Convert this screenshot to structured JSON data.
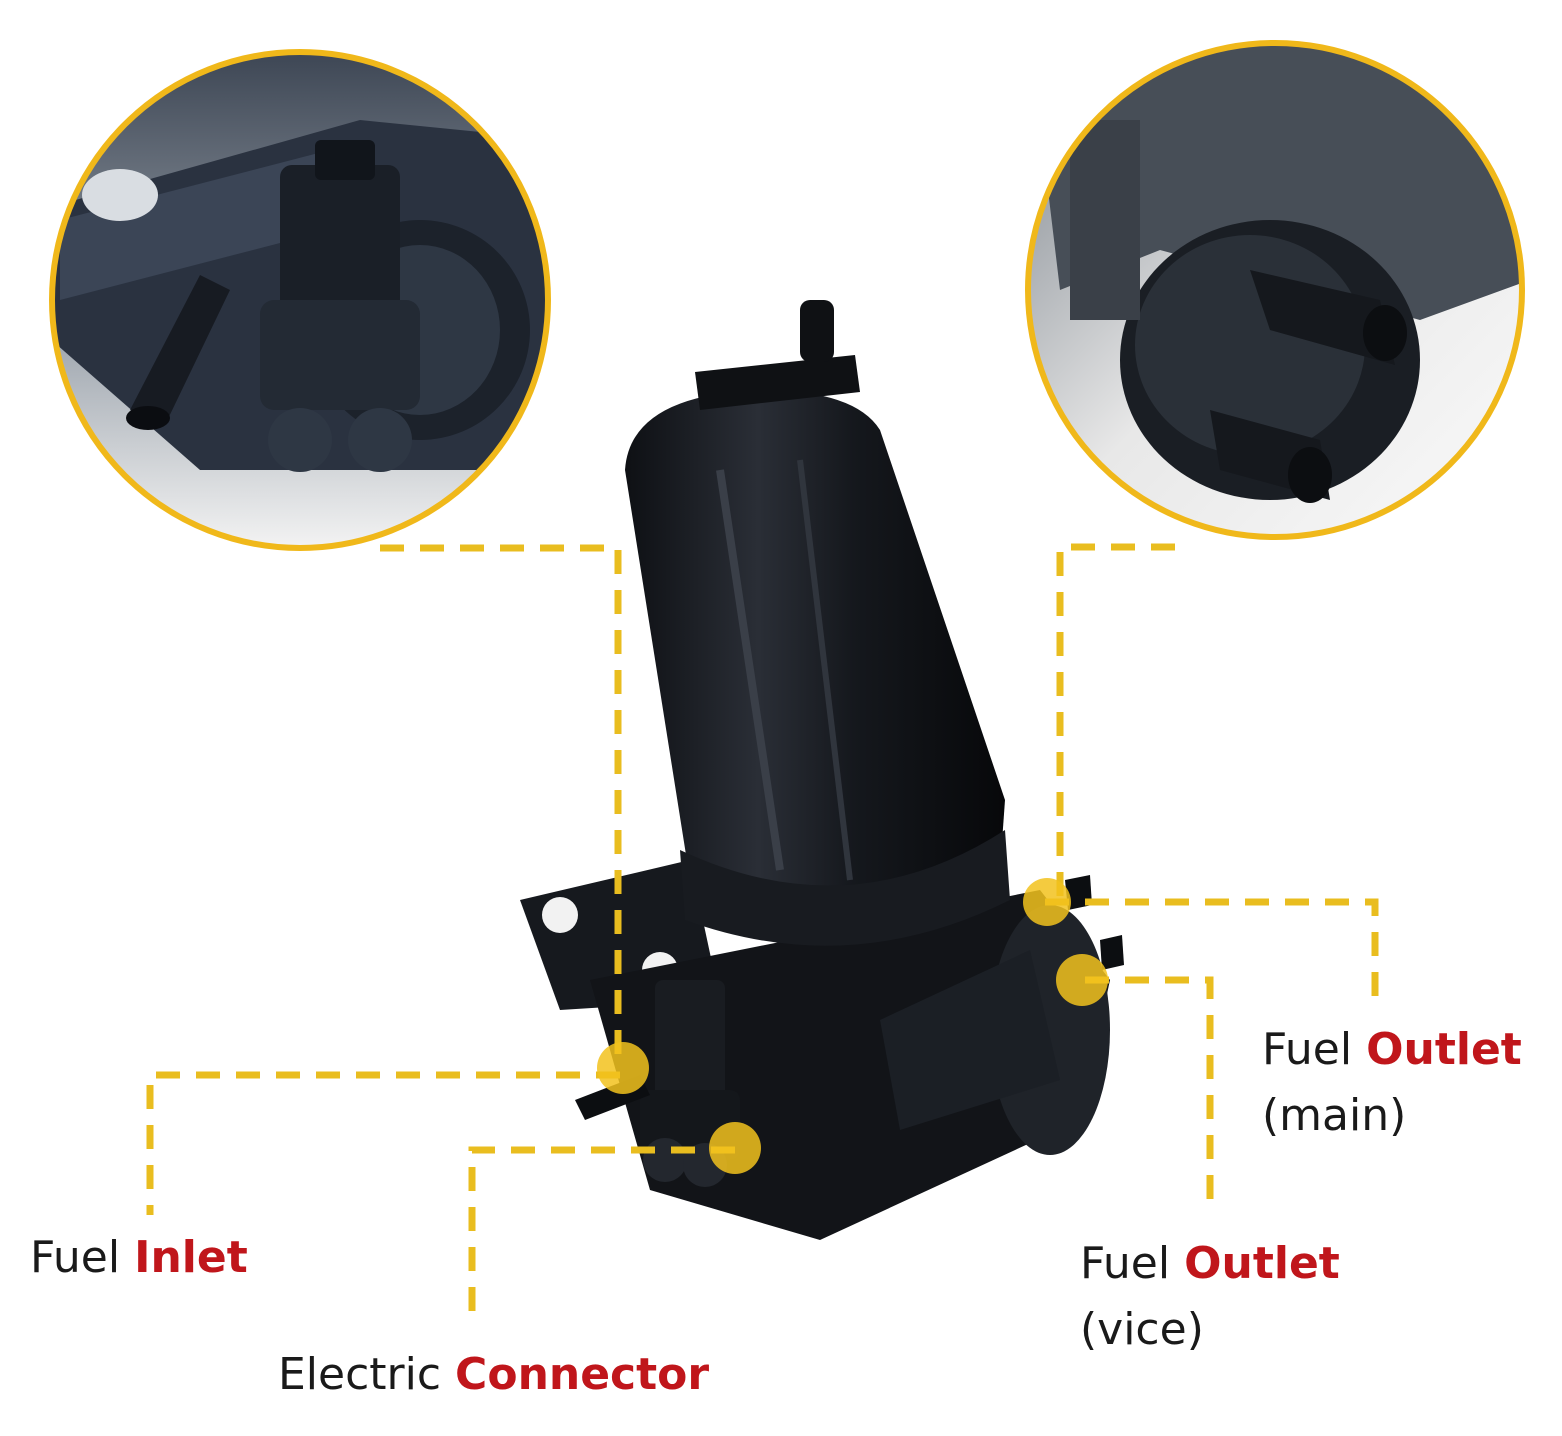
{
  "colors": {
    "background": "#ffffff",
    "leader_line": "#e9bd1f",
    "circle_border": "#f0b81a",
    "highlight_text": "#c0161b",
    "body_text": "#1a1a1a",
    "pump_body": "#1b1e23"
  },
  "labels": {
    "fuel_inlet": {
      "prefix": "Fuel",
      "highlight": "Inlet"
    },
    "electric_connector": {
      "prefix": "Electric",
      "highlight": "Connector"
    },
    "fuel_outlet_main": {
      "prefix": "Fuel",
      "highlight": "Outlet",
      "note": "(main)"
    },
    "fuel_outlet_vice": {
      "prefix": "Fuel",
      "highlight": "Outlet",
      "note": "(vice)"
    }
  },
  "icons": {
    "pump": "fuel-lift-pump-illustration",
    "zoom_left": "connector-closeup-illustration",
    "zoom_right": "outlet-ports-closeup-illustration"
  }
}
